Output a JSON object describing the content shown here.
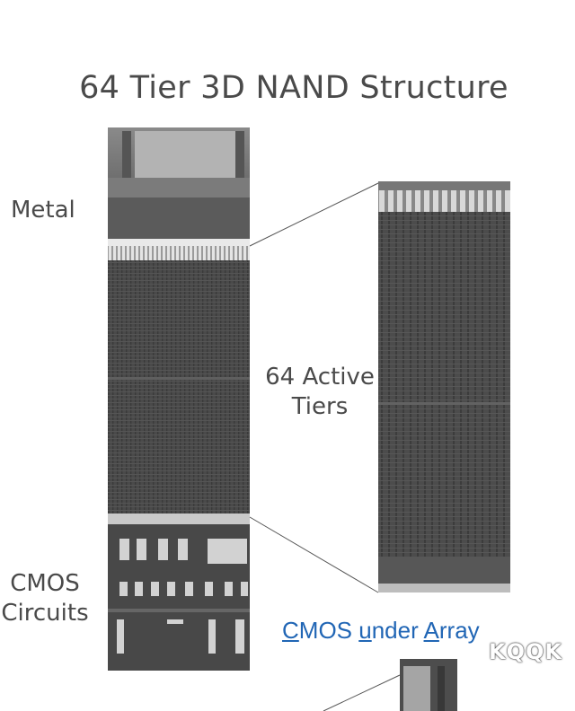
{
  "title": "64 Tier 3D NAND Structure",
  "labels": {
    "metal": "Metal",
    "active_tiers_line1": "64 Active",
    "active_tiers_line2": "Tiers",
    "cmos_line1": "CMOS",
    "cmos_line2": "Circuits"
  },
  "link": {
    "parts": [
      "C",
      "MOS ",
      "u",
      "nder ",
      "A",
      "rray"
    ]
  },
  "watermark": "KQQK",
  "colors": {
    "title": "#4a4a4a",
    "link": "#2166b5",
    "sem_dark": "#3a3a3a",
    "sem_mid": "#5a5a5a",
    "sem_light": "#cfcfcf"
  }
}
